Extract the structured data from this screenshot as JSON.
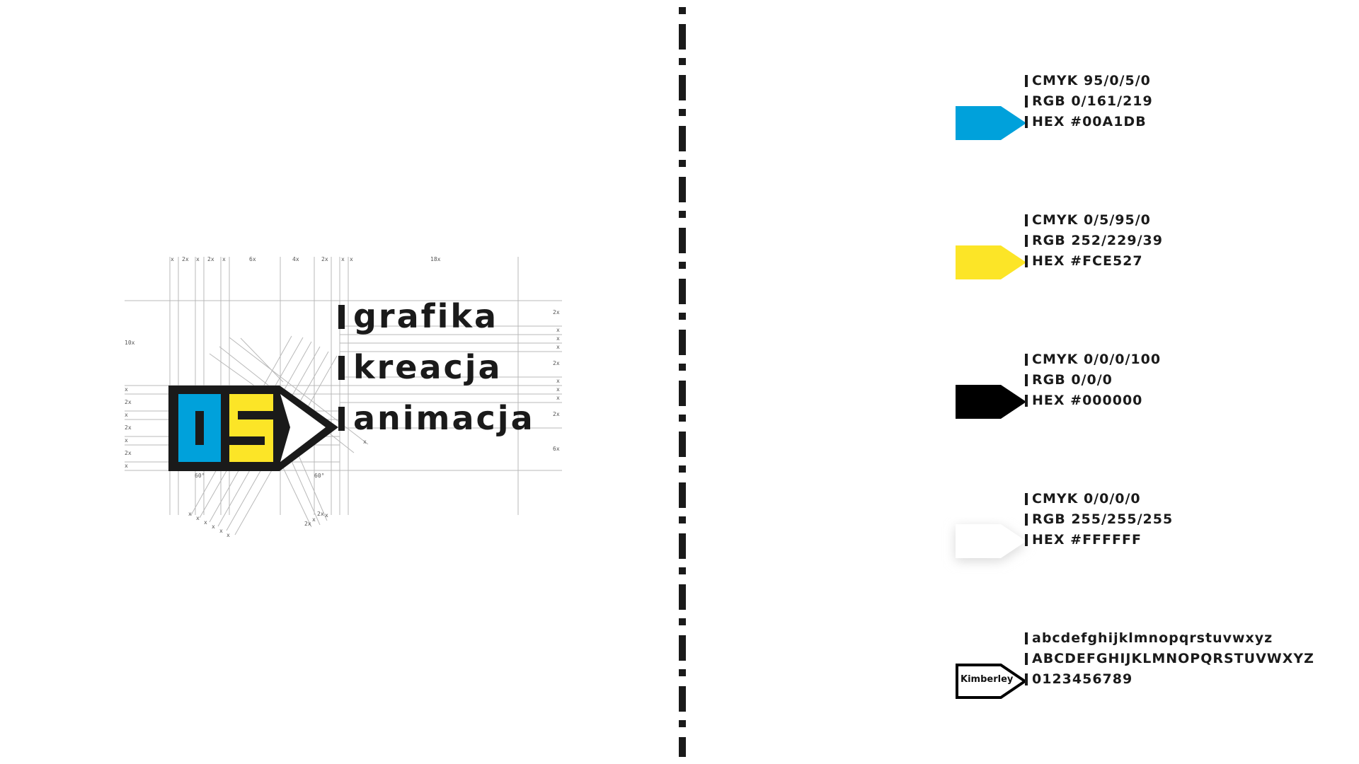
{
  "logo": {
    "monogram": "DS",
    "tagline": [
      "grafika",
      "kreacja",
      "animacja"
    ],
    "colors": {
      "blue": "#00A1DB",
      "yellow": "#FCE527",
      "black": "#1a1a1a"
    }
  },
  "grid_labels": {
    "top": [
      "x",
      "2x",
      "x",
      "2x",
      "x",
      "6x",
      "4x",
      "2x",
      "x",
      "x",
      "18x"
    ],
    "left": [
      "10x",
      "x",
      "2x",
      "x",
      "2x",
      "x",
      "2x",
      "x"
    ],
    "right": [
      "2x",
      "x",
      "x",
      "x",
      "2x",
      "x",
      "x",
      "x",
      "2x",
      "6x"
    ],
    "angles": [
      "60°",
      "60°"
    ],
    "diag_left": [
      "x",
      "x",
      "x",
      "x",
      "x",
      "x"
    ],
    "diag_right": [
      "2x",
      "x",
      "2x",
      "x"
    ],
    "diag_mid": "x"
  },
  "palette": [
    {
      "name": "blue",
      "color": "#00A1DB",
      "cmyk": "CMYK 95/0/5/0",
      "rgb": "RGB 0/161/219",
      "hex": "HEX #00A1DB"
    },
    {
      "name": "yellow",
      "color": "#FCE527",
      "cmyk": "CMYK 0/5/95/0",
      "rgb": "RGB 252/229/39",
      "hex": "HEX #FCE527"
    },
    {
      "name": "black",
      "color": "#000000",
      "cmyk": "CMYK 0/0/0/100",
      "rgb": "RGB 0/0/0",
      "hex": "HEX #000000"
    },
    {
      "name": "white",
      "color": "#FFFFFF",
      "cmyk": "CMYK 0/0/0/0",
      "rgb": "RGB 255/255/255",
      "hex": "HEX #FFFFFF"
    }
  ],
  "typeface": {
    "name": "Kimberley",
    "lowercase": "abcdefghijklmnopqrstuvwxyz",
    "uppercase": "ABCDEFGHIJKLMNOPQRSTUVWXYZ",
    "digits": "0123456789"
  }
}
